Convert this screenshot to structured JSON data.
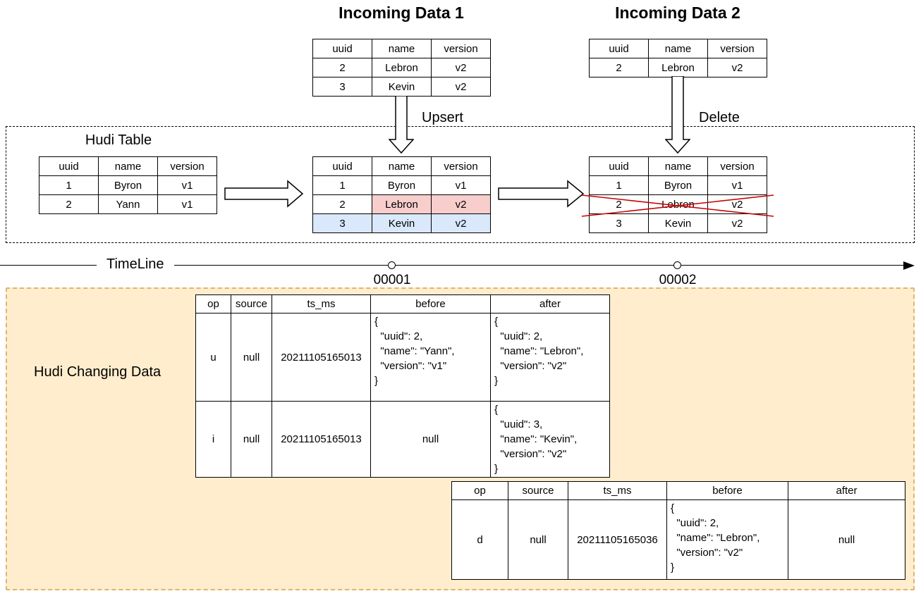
{
  "colors": {
    "highlight_red": "#f8cecc",
    "highlight_blue": "#dae8fc",
    "changing_box_fill": "#ffedcd",
    "changing_box_border": "#dcb575",
    "cross_red": "#cc0000"
  },
  "labels": {
    "incoming1": "Incoming Data 1",
    "incoming2": "Incoming Data 2",
    "upsert": "Upsert",
    "delete": "Delete",
    "hudi_table": "Hudi Table",
    "timeline": "TimeLine",
    "changing": "Hudi Changing Data"
  },
  "record_headers": [
    "uuid",
    "name",
    "version"
  ],
  "tables": {
    "incoming1": {
      "rows": [
        [
          "2",
          "Lebron",
          "v2"
        ],
        [
          "3",
          "Kevin",
          "v2"
        ]
      ]
    },
    "incoming2": {
      "rows": [
        [
          "2",
          "Lebron",
          "v2"
        ]
      ]
    },
    "hudi_initial": {
      "rows": [
        [
          "1",
          "Byron",
          "v1"
        ],
        [
          "2",
          "Yann",
          "v1"
        ]
      ]
    },
    "hudi_upserted": {
      "rows": [
        [
          "1",
          "Byron",
          "v1"
        ],
        [
          "2",
          "Lebron",
          "v2"
        ],
        [
          "3",
          "Kevin",
          "v2"
        ]
      ]
    },
    "hudi_deleted": {
      "rows": [
        [
          "1",
          "Byron",
          "v1"
        ],
        [
          "2",
          "Lebron",
          "v2"
        ],
        [
          "3",
          "Kevin",
          "v2"
        ]
      ]
    }
  },
  "timeline_markers": [
    "00001",
    "00002"
  ],
  "changing_headers": [
    "op",
    "source",
    "ts_ms",
    "before",
    "after"
  ],
  "changing1": {
    "rows": [
      {
        "op": "u",
        "source": "null",
        "ts_ms": "20211105165013",
        "before": "{\n  \"uuid\": 2,\n  \"name\": \"Yann\",\n  \"version\": \"v1\"\n}",
        "after": "{\n  \"uuid\": 2,\n  \"name\": \"Lebron\",\n  \"version\": \"v2\"\n}"
      },
      {
        "op": "i",
        "source": "null",
        "ts_ms": "20211105165013",
        "before": "null",
        "after": "{\n  \"uuid\": 3,\n  \"name\": \"Kevin\",\n  \"version\": \"v2\"\n}"
      }
    ]
  },
  "changing2": {
    "rows": [
      {
        "op": "d",
        "source": "null",
        "ts_ms": "20211105165036",
        "before": "{\n  \"uuid\": 2,\n  \"name\": \"Lebron\",\n  \"version\": \"v2\"\n}",
        "after": "null"
      }
    ]
  }
}
